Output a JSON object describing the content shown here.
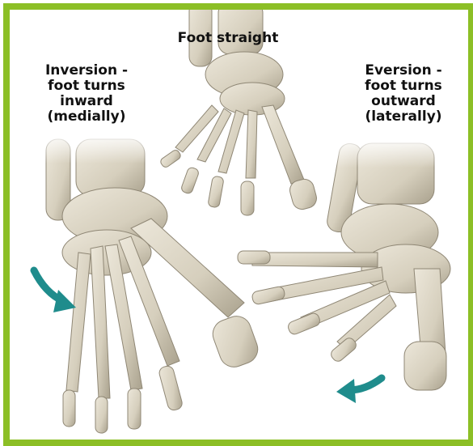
{
  "labels": {
    "straight": [
      "Foot straight"
    ],
    "inversion": [
      "Inversion -",
      "foot turns",
      "inward",
      "(medially)"
    ],
    "eversion": [
      "Eversion -",
      "foot turns",
      "outward",
      "(laterally)"
    ]
  },
  "colors": {
    "border": "#8cbf26",
    "bone": "#d9d3c3",
    "arrow": "#1f8c8c"
  }
}
